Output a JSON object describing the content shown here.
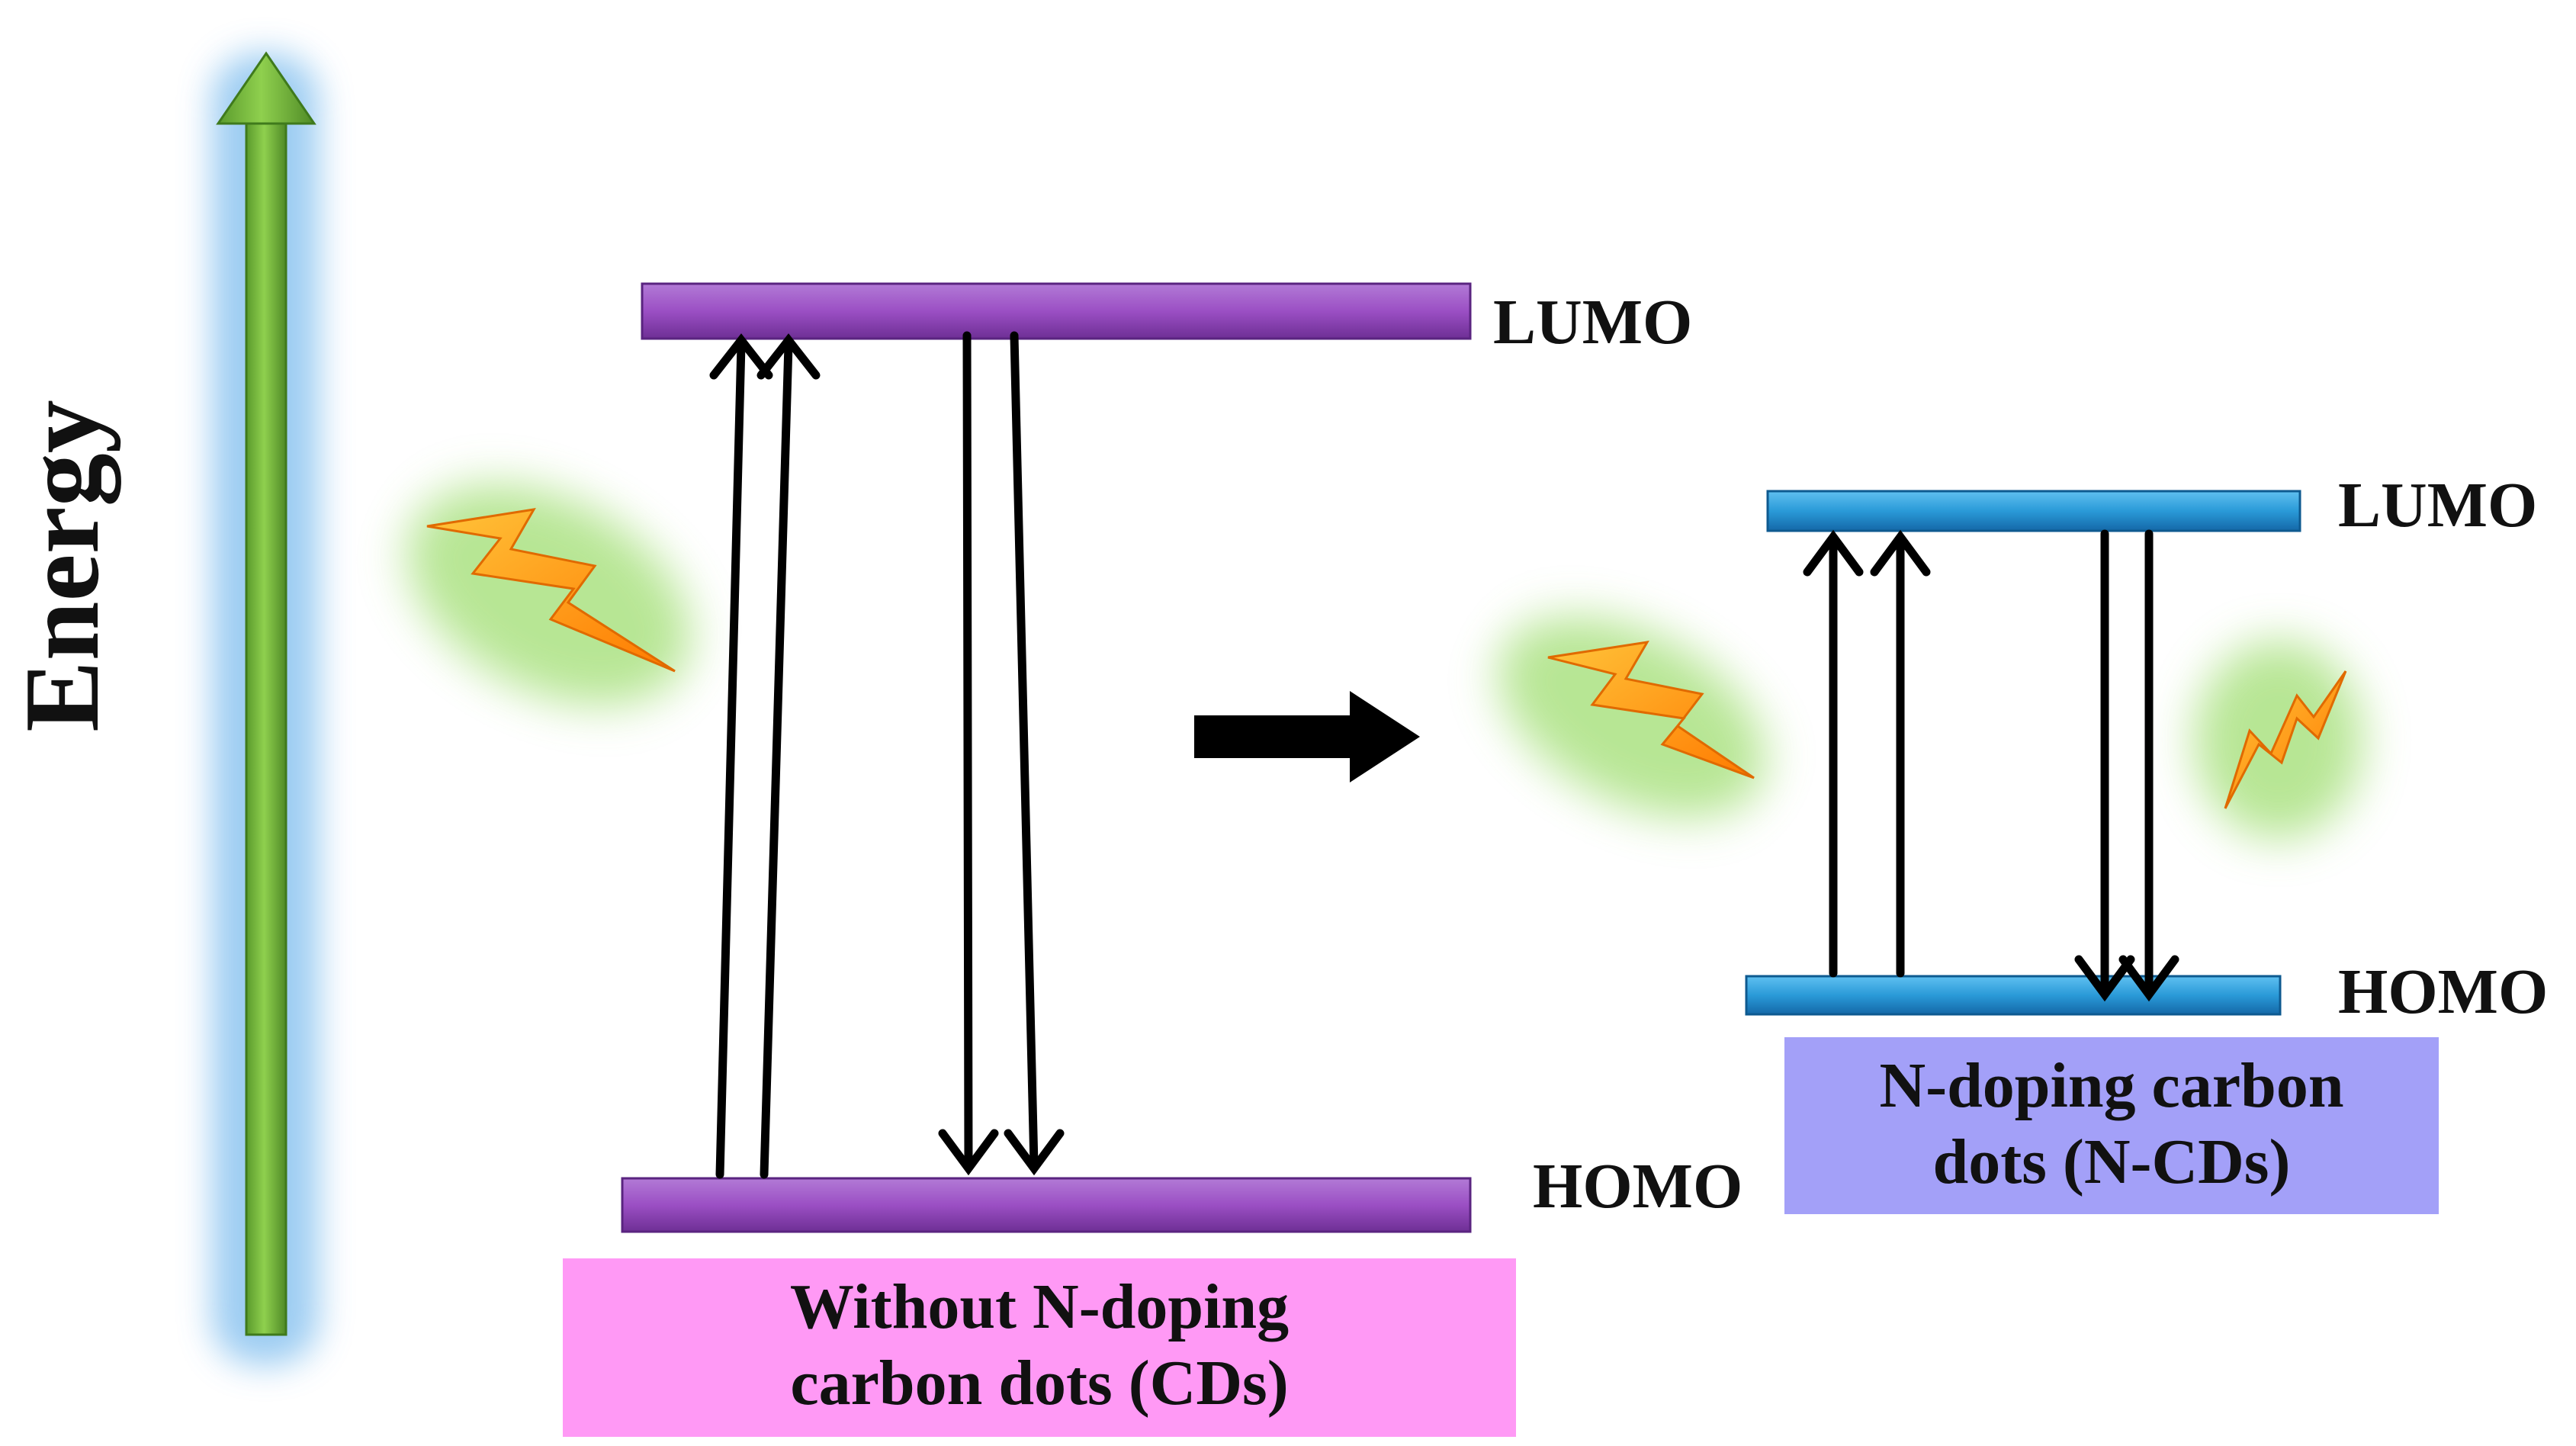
{
  "axis": {
    "label": "Energy"
  },
  "left_system": {
    "lumo_label": "LUMO",
    "homo_label": "HOMO",
    "caption_line1": "Without N-doping",
    "caption_line2": "carbon dots (CDs)",
    "caption_color": "#ff99f5",
    "level_color": "#9b4fc4"
  },
  "right_system": {
    "lumo_label": "LUMO",
    "homo_label": "HOMO",
    "caption_line1": "N-doping carbon",
    "caption_line2": "dots (N-CDs)",
    "caption_color": "#a3a0f8",
    "level_color": "#2a9ad8"
  },
  "colors": {
    "axis_arrow": "#6fb43a",
    "axis_glow": "#8cc4f0",
    "lightning": "#ff9a1a",
    "lightning_glow": "#a6e07a",
    "transition_arrows": "#000000"
  }
}
